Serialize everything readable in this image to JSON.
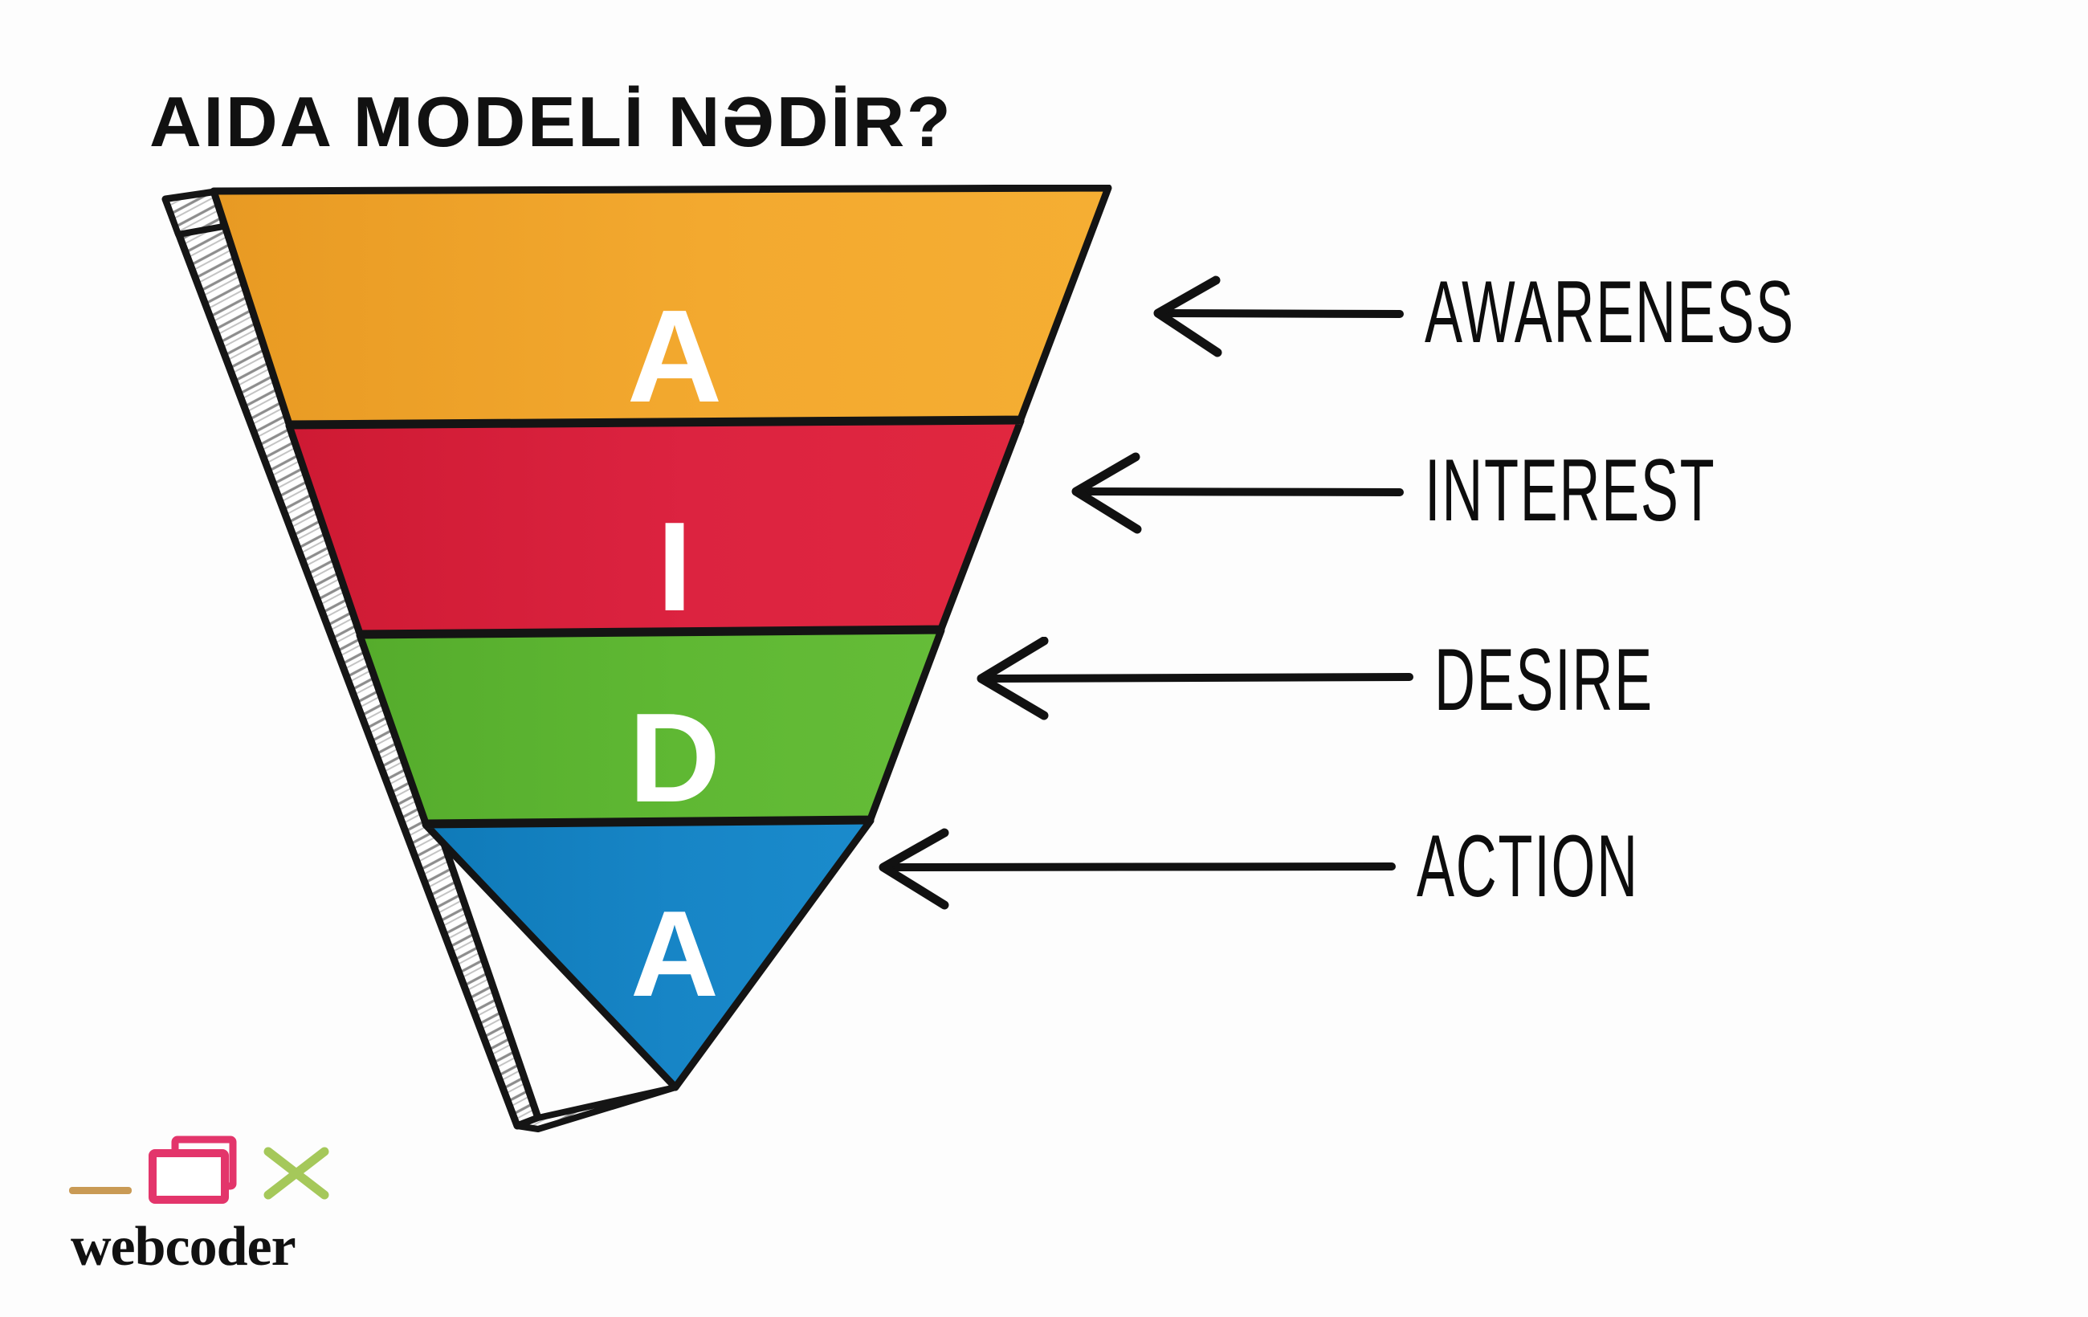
{
  "page": {
    "title": "AIDA MODELİ NƏDİR?",
    "background_color": "#ffffff",
    "language": "az"
  },
  "funnel": {
    "orientation": "inverted",
    "outline_color": "#111111",
    "shadow_style": "hatched-pencil-left-edge",
    "stages": [
      {
        "key": "awareness",
        "letter": "A",
        "label": "AWARENESS",
        "color": "#F0A32C",
        "letter_color": "#ffffff"
      },
      {
        "key": "interest",
        "letter": "I",
        "label": "INTEREST",
        "color": "#D92038",
        "letter_color": "#ffffff"
      },
      {
        "key": "desire",
        "letter": "D",
        "label": "DESIRE",
        "color": "#5CB531",
        "letter_color": "#ffffff"
      },
      {
        "key": "action",
        "letter": "A",
        "label": "ACTION",
        "color": "#1683C4",
        "letter_color": "#ffffff"
      }
    ]
  },
  "logo": {
    "wordmark": "webcoder",
    "dash_color": "#C99A55",
    "window_color": "#E3356B",
    "x_color": "#A5C85A",
    "word_color": "#111111"
  }
}
